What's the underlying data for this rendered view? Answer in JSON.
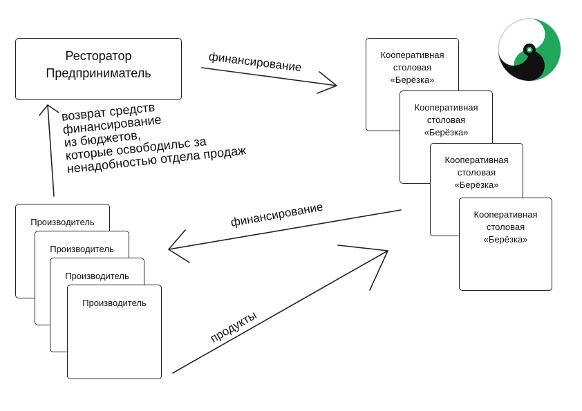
{
  "owner": {
    "line1": "Ресторатор",
    "line2": "Предприниматель"
  },
  "canteens": [
    {
      "line1": "Кооперативная",
      "line2": "столовая",
      "line3": "«Берёзка»"
    },
    {
      "line1": "Кооперативная",
      "line2": "столовая",
      "line3": "«Берёзка»"
    },
    {
      "line1": "Кооперативная",
      "line2": "столовая",
      "line3": "«Берёзка»"
    },
    {
      "line1": "Кооперативная",
      "line2": "столовая",
      "line3": "«Берёзка»"
    }
  ],
  "producers": [
    "Производитель",
    "Производитель",
    "Производитель",
    "Производитель"
  ],
  "edges": {
    "owner_to_canteen": "финансирование",
    "canteen_to_producer": "финансирование",
    "producer_to_canteen": "продукты"
  },
  "refund_note": [
    "возврат средств",
    "финансирование",
    "из бюджетов,",
    "которые освободильс за",
    "ненадобностью отдела продаж"
  ],
  "logo": {
    "icon": "yin-yang-icon",
    "colors": [
      "#1fa85a",
      "#111111",
      "#cfcfcf"
    ]
  }
}
